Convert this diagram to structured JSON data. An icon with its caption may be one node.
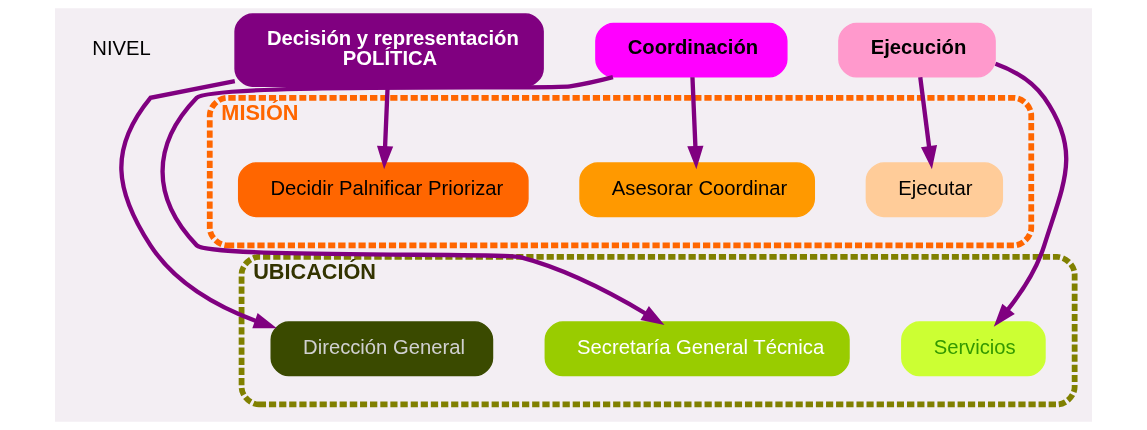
{
  "diagram": {
    "nodes": [
      {
        "text": [
          "Decisión y representación",
          "POLÍTICA"
        ]
      },
      {
        "text": [
          "Coordinación"
        ]
      },
      {
        "text": [
          "Ejecución"
        ]
      },
      {
        "text": [
          "MISIÓN"
        ]
      },
      {
        "text": [
          "Decidir Palnificar Priorizar"
        ],
        "in": 3
      },
      {
        "text": [
          "Asesorar Coordinar"
        ],
        "in": 3
      },
      {
        "text": [
          "Ejecutar"
        ],
        "in": 3
      },
      {
        "text": [
          "UBICACIÓN"
        ]
      },
      {
        "text": [
          "Dirección General"
        ],
        "in": 7
      },
      {
        "text": [
          "Secretaría General Técnica"
        ],
        "in": 7
      },
      {
        "text": [
          "Servicios"
        ],
        "in": 7
      }
    ],
    "edges": [
      {
        "from": 0,
        "to": 4,
        "arrow": "to"
      },
      {
        "from": 0,
        "to": 8,
        "arrow": "to"
      },
      {
        "from": 1,
        "to": 5,
        "arrow": "to"
      },
      {
        "from": 1,
        "to": 9,
        "arrow": "to"
      },
      {
        "from": 2,
        "to": 6,
        "arrow": "to"
      },
      {
        "from": 2,
        "to": 10,
        "arrow": "to"
      }
    ],
    "labels": [
      "NIVEL"
    ]
  }
}
